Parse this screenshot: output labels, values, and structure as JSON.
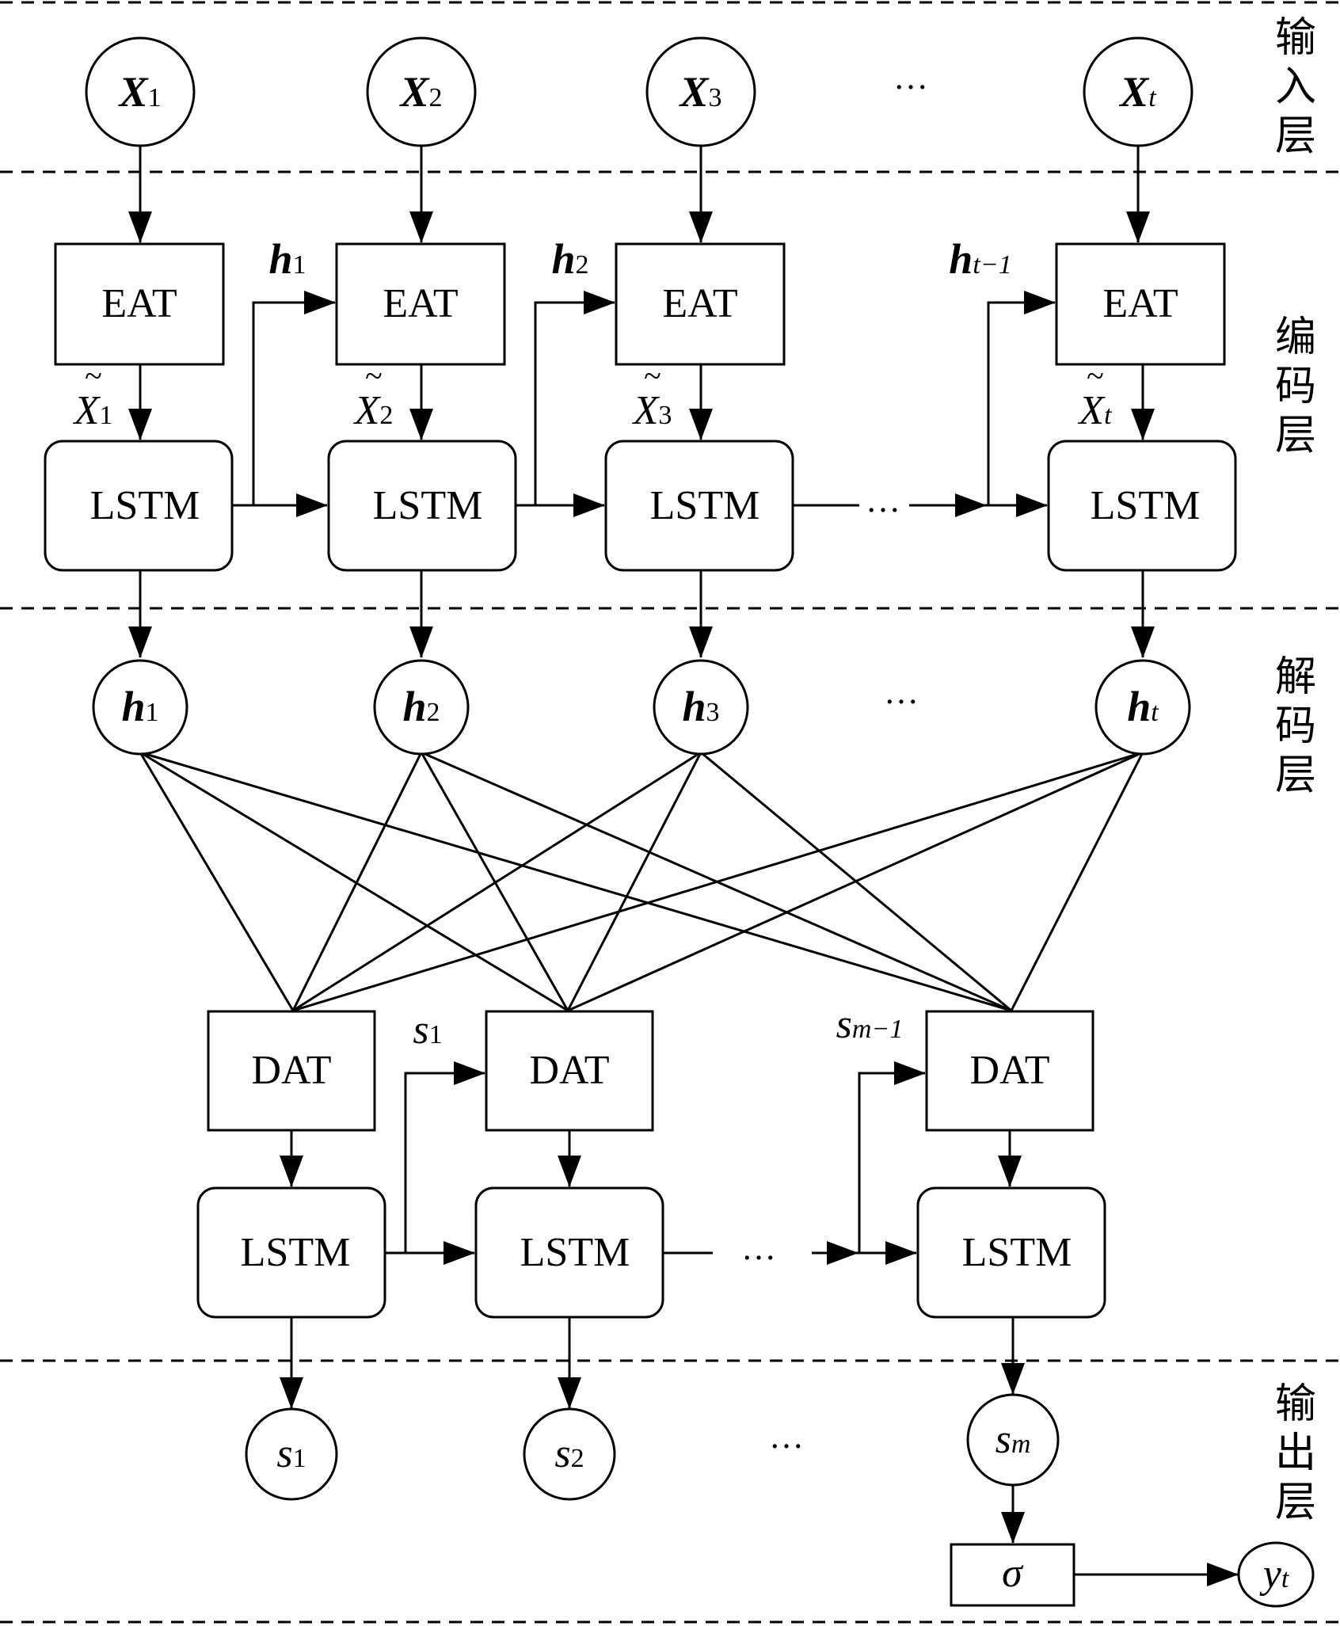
{
  "layers": {
    "input": [
      "输",
      "入",
      "层"
    ],
    "encoder": [
      "编",
      "码",
      "层"
    ],
    "decoder": [
      "解",
      "码",
      "层"
    ],
    "output": [
      "输",
      "出",
      "层"
    ]
  },
  "inputs": [
    {
      "base": "X",
      "sub": "1"
    },
    {
      "base": "X",
      "sub": "2"
    },
    {
      "base": "X",
      "sub": "3"
    },
    {
      "base": "X",
      "sub": "t"
    }
  ],
  "ellipsis": "…",
  "blocks": {
    "eat": "EAT",
    "lstm": "LSTM",
    "dat": "DAT",
    "sigma": "σ"
  },
  "encoder_feedback": [
    {
      "base": "h",
      "sub": "1"
    },
    {
      "base": "h",
      "sub": "2"
    },
    {
      "base": "h",
      "sub": "t−1"
    }
  ],
  "attended_inputs": [
    {
      "tilde": "~",
      "base": "X",
      "sub": "1"
    },
    {
      "tilde": "~",
      "base": "X",
      "sub": "2"
    },
    {
      "tilde": "~",
      "base": "X",
      "sub": "3"
    },
    {
      "tilde": "~",
      "base": "X",
      "sub": "t"
    }
  ],
  "hidden_states": [
    {
      "base": "h",
      "sub": "1"
    },
    {
      "base": "h",
      "sub": "2"
    },
    {
      "base": "h",
      "sub": "3"
    },
    {
      "base": "h",
      "sub": "t"
    }
  ],
  "decoder_feedback": [
    {
      "base": "s",
      "sub": "1"
    },
    {
      "base": "s",
      "sub": "m−1"
    }
  ],
  "outputs": [
    {
      "base": "s",
      "sub": "1"
    },
    {
      "base": "s",
      "sub": "2"
    },
    {
      "base": "s",
      "sub": "m"
    }
  ],
  "final_output": {
    "base": "y",
    "sub": "t"
  }
}
